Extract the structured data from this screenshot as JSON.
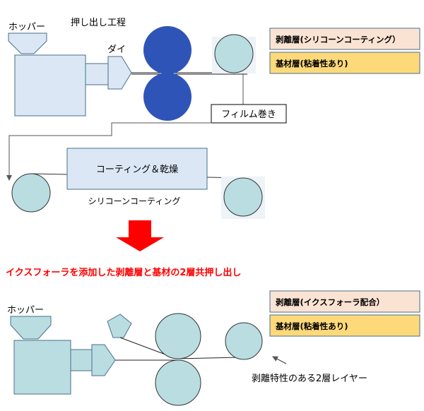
{
  "top": {
    "title": "押し出し工程",
    "hopper_label": "ホッパー",
    "die_label": "ダイ",
    "winding_label": "フィルム巻き",
    "coating_label": "コーティング＆乾燥",
    "silicone_label": "シリコーンコーティング",
    "legend": {
      "release_layer": "剥離層(シリコーンコーティング）",
      "base_layer": "基材層(粘着性あり)"
    }
  },
  "bottom": {
    "headline": "イクスフォーラを添加した剥離層と基材の2層共押し出し",
    "hopper_label": "ホッパー",
    "note": "剥離特性のある2層レイヤー",
    "legend": {
      "release_layer": "剥離層(イクスフォーラ配合）",
      "base_layer": "基材層(粘着性あり)"
    }
  },
  "colors": {
    "light_blue": "#dbe7f5",
    "teal": "#b9dde1",
    "roller_blue": "#2f54b8",
    "legend_peach": "#fbe3d3",
    "legend_yellow": "#fdd97a",
    "arrow_red": "#ff0000"
  }
}
